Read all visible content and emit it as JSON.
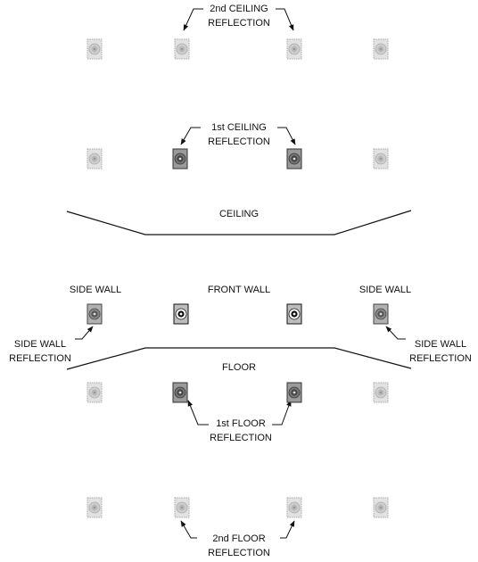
{
  "labels": {
    "second_ceiling_line1": "2nd CEILING",
    "second_ceiling_line2": "REFLECTION",
    "first_ceiling_line1": "1st CEILING",
    "first_ceiling_line2": "REFLECTION",
    "ceiling": "CEILING",
    "side_wall_left": "SIDE WALL",
    "front_wall": "FRONT WALL",
    "side_wall_right": "SIDE WALL",
    "side_wall_reflection_left_line1": "SIDE WALL",
    "side_wall_reflection_left_line2": "REFLECTION",
    "side_wall_reflection_right_line1": "SIDE WALL",
    "side_wall_reflection_right_line2": "REFLECTION",
    "floor": "FLOOR",
    "first_floor_line1": "1st FLOOR",
    "first_floor_line2": "REFLECTION",
    "second_floor_line1": "2nd FLOOR",
    "second_floor_line2": "REFLECTION"
  },
  "colors": {
    "line": "#111111",
    "speaker_real_fill": "#bdbdbd",
    "speaker_first_fill": "#9a9a9a",
    "speaker_side_fill": "#b0b0b0",
    "speaker_faint_fill": "#e2e2e2",
    "speaker_faint_stroke": "#aaaaaa"
  },
  "icons": {
    "speaker": "speaker-icon",
    "arrow": "arrow-icon"
  }
}
